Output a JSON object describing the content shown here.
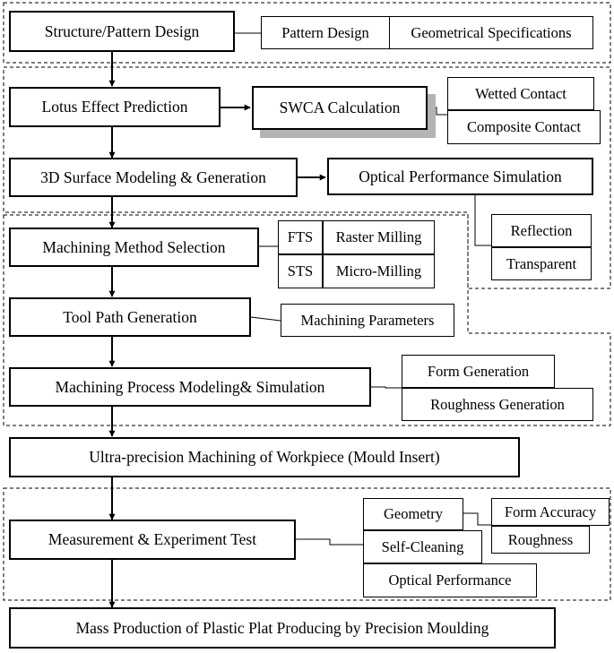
{
  "steps": {
    "structure_pattern_design": "Structure/Pattern Design",
    "lotus_effect_prediction": "Lotus Effect Prediction",
    "swca_calculation": "SWCA Calculation",
    "surface_modeling": "3D Surface Modeling & Generation",
    "optical_performance_simulation": "Optical Performance Simulation",
    "machining_method_selection": "Machining Method Selection",
    "tool_path_generation": "Tool Path Generation",
    "machining_process_modeling": "Machining Process Modeling& Simulation",
    "ultra_precision_machining": "Ultra-precision Machining of Workpiece (Mould Insert)",
    "measurement_experiment_test": "Measurement & Experiment Test",
    "mass_production": "Mass Production of Plastic Plat Producing by Precision Moulding"
  },
  "details": {
    "pattern_design": "Pattern Design",
    "geometrical_specifications": "Geometrical Specifications",
    "wetted_contact": "Wetted Contact",
    "composite_contact": "Composite Contact",
    "reflection": "Reflection",
    "transparent": "Transparent",
    "fts": "FTS",
    "raster_milling": "Raster Milling",
    "sts": "STS",
    "micro_milling": "Micro-Milling",
    "machining_parameters": "Machining Parameters",
    "form_generation": "Form Generation",
    "roughness_generation": "Roughness Generation",
    "geometry": "Geometry",
    "form_accuracy": "Form Accuracy",
    "self_cleaning": "Self-Cleaning",
    "roughness": "Roughness",
    "optical_performance": "Optical Performance"
  },
  "colors": {
    "line": "#000000",
    "shadow": "#b3b3b3",
    "background": "#ffffff"
  }
}
